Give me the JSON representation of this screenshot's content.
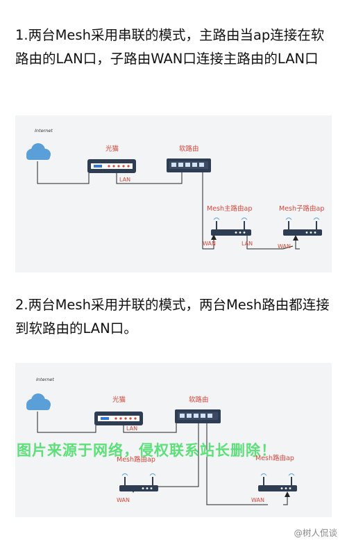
{
  "section1": {
    "heading": "1.两台Mesh采用串联的模式，主路由当ap连接在软路由的LAN口，子路由WAN口连接主路由的LAN口",
    "labels": {
      "internet": "Internet",
      "modem": "光猫",
      "soft_router": "软路由",
      "mesh_main": "Mesh主路由ap",
      "mesh_sub": "Mesh子路由ap",
      "lan_modem": "LAN",
      "wan_main": "WAN",
      "lan_main": "LAN",
      "wan_sub": "WAN"
    }
  },
  "section2": {
    "heading": "2.两台Mesh采用并联的模式，两台Mesh路由都连接到软路由的LAN口。",
    "labels": {
      "internet": "Internet",
      "modem": "光猫",
      "soft_router": "软路由",
      "mesh_a": "Mesh路由ap",
      "mesh_b": "Mesh路由ap",
      "lan_modem": "LAN",
      "wan_a": "WAN",
      "wan_b": "WAN"
    }
  },
  "watermark": "图片来源于网络，侵权联系站长删除！",
  "credit": "@树人侃谈",
  "colors": {
    "label_red": "#d9463a",
    "device_dark": "#2f3d52",
    "cloud_blue": "#5b9fd9",
    "watermark_green": "#5de07a"
  }
}
